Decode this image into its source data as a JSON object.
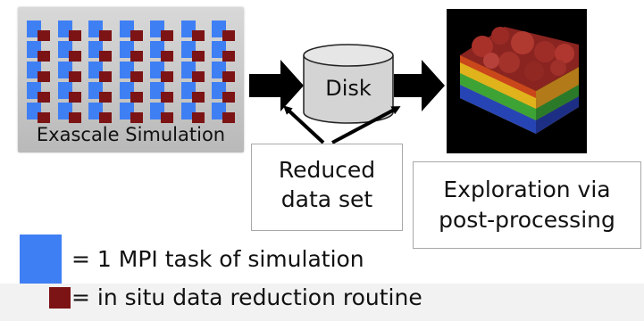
{
  "simulation": {
    "label": "Exascale Simulation",
    "columns": 7,
    "rows": 5,
    "task_color": "#3f7ff4",
    "reduction_color": "#7c1314"
  },
  "disk": {
    "label": "Disk"
  },
  "reduced": {
    "line1": "Reduced",
    "line2": "data set"
  },
  "exploration": {
    "line1": "Exploration via",
    "line2": "post-processing"
  },
  "legend": {
    "mpi_task": "= 1 MPI task of simulation",
    "reduction": "= in situ data reduction routine"
  },
  "visualization": {
    "icon": "3d-volume-rendering-image"
  }
}
